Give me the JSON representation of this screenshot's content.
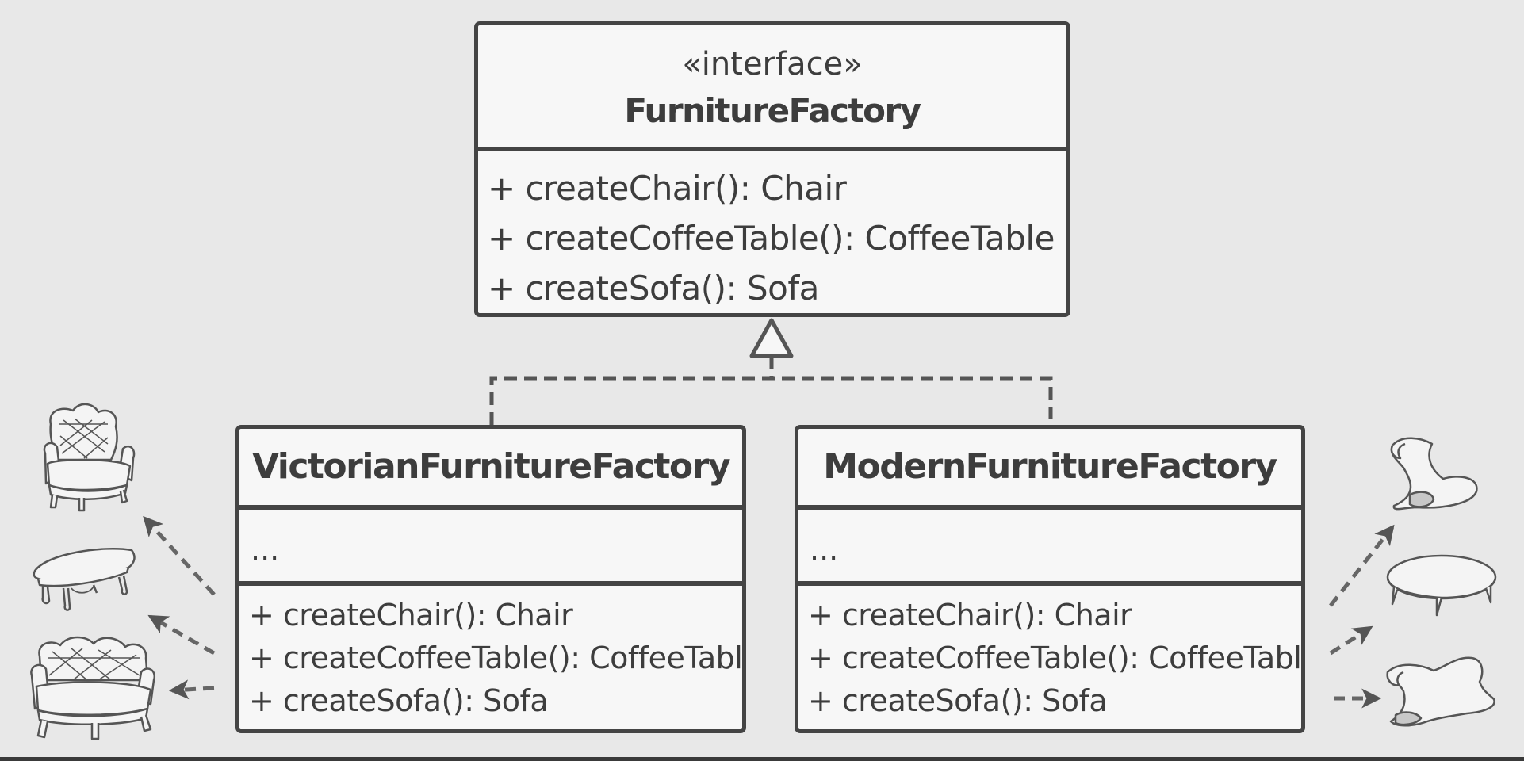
{
  "interface_box": {
    "stereotype": "«interface»",
    "name": "FurnitureFactory",
    "operations": [
      "+ createChair(): Chair",
      "+ createCoffeeTable(): CoffeeTable",
      "+ createSofa(): Sofa"
    ]
  },
  "victorian_box": {
    "name": "VictorianFurnitureFactory",
    "fields": "...",
    "operations": [
      "+ createChair(): Chair",
      "+ createCoffeeTable(): CoffeeTable",
      "+ createSofa(): Sofa"
    ]
  },
  "modern_box": {
    "name": "ModernFurnitureFactory",
    "fields": "...",
    "operations": [
      "+ createChair(): Chair",
      "+ createCoffeeTable(): CoffeeTable",
      "+ createSofa(): Sofa"
    ]
  },
  "illustrations": {
    "left": [
      "victorian-armchair-icon",
      "victorian-coffee-table-icon",
      "victorian-sofa-icon"
    ],
    "right": [
      "modern-chair-icon",
      "modern-coffee-table-icon",
      "modern-sofa-icon"
    ]
  },
  "colors": {
    "background": "#e8e8e8",
    "box_fill": "#f7f7f7",
    "stroke": "#444444",
    "text": "#3d3d3d"
  }
}
